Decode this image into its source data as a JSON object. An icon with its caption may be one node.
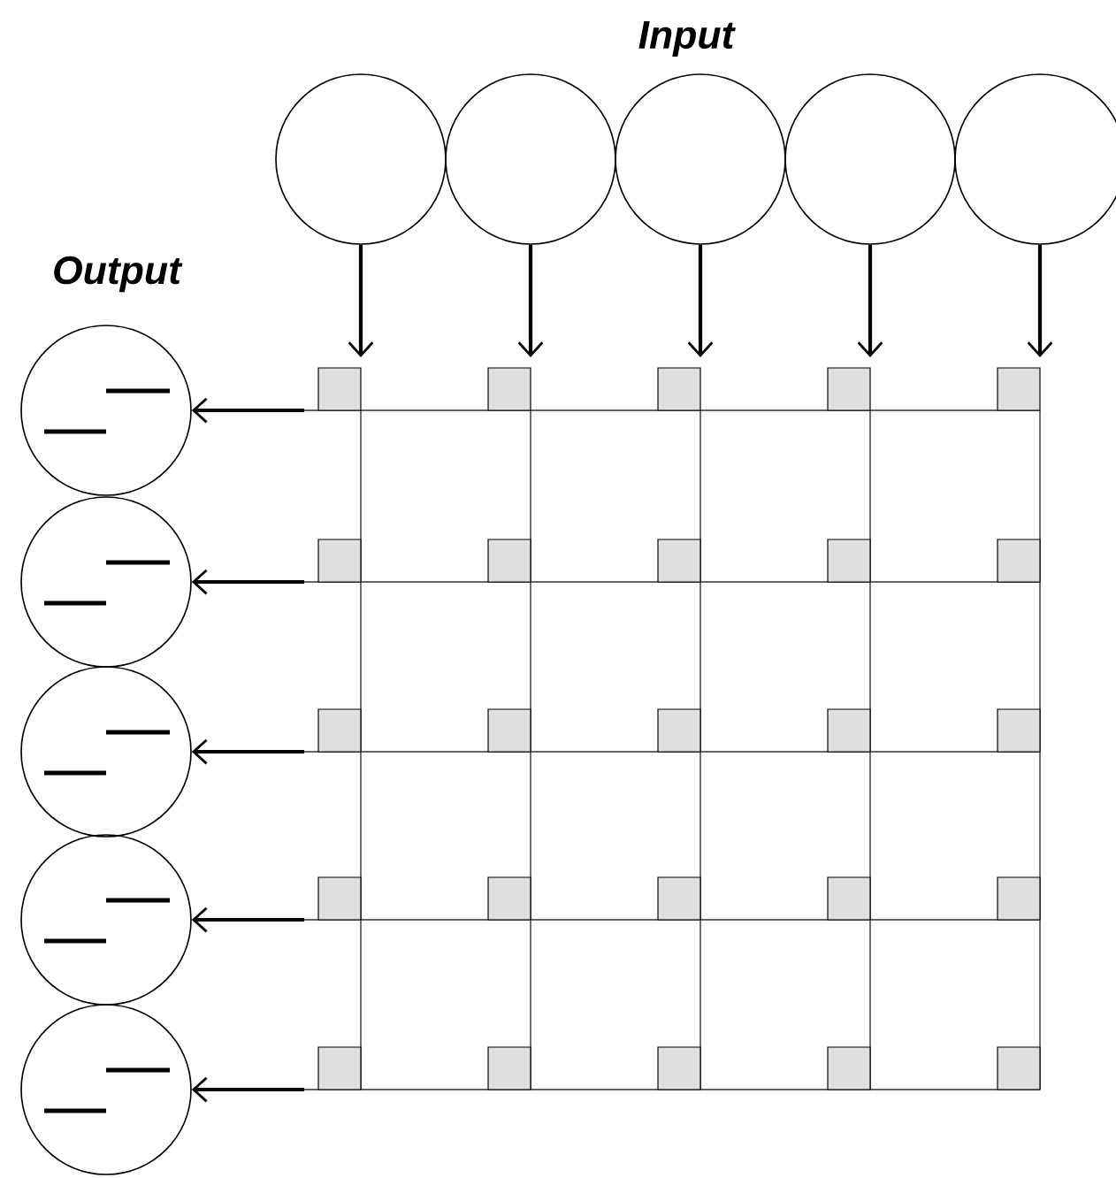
{
  "diagram": {
    "nodes": [
      {
        "text": [],
        "shape": "circle"
      },
      {
        "text": [],
        "shape": "circle"
      },
      {
        "text": [],
        "shape": "circle"
      },
      {
        "text": [],
        "shape": "circle"
      },
      {
        "text": [],
        "shape": "circle"
      },
      {
        "text": [],
        "shape": "circle"
      },
      {
        "text": [],
        "shape": "circle"
      },
      {
        "text": [],
        "shape": "circle"
      },
      {
        "text": [],
        "shape": "circle"
      },
      {
        "text": [],
        "shape": "circle"
      }
    ],
    "edges": [
      {
        "from": 0,
        "to": null,
        "arrow": "to"
      },
      {
        "from": 1,
        "to": null,
        "arrow": "to"
      },
      {
        "from": 2,
        "to": null,
        "arrow": "to"
      },
      {
        "from": 3,
        "to": null,
        "arrow": "to"
      },
      {
        "from": 4,
        "to": null,
        "arrow": "to"
      },
      {
        "from": null,
        "to": 5,
        "arrow": "to"
      },
      {
        "from": null,
        "to": 6,
        "arrow": "to"
      },
      {
        "from": null,
        "to": 7,
        "arrow": "to"
      },
      {
        "from": null,
        "to": 8,
        "arrow": "to"
      },
      {
        "from": null,
        "to": 9,
        "arrow": "to"
      }
    ],
    "labels": [
      "Input",
      "Output"
    ]
  }
}
